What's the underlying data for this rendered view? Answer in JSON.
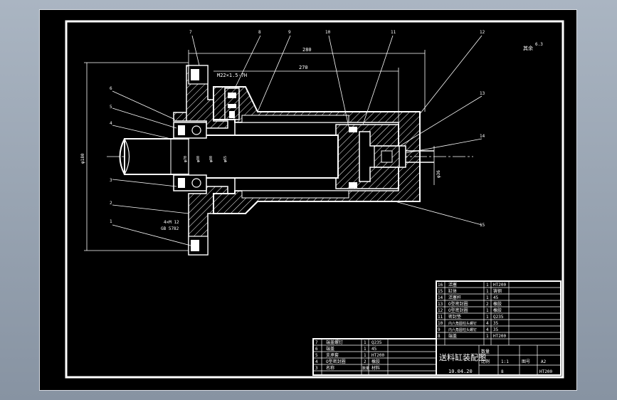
{
  "drawing": {
    "title": "送料缸装配图",
    "date": "10.04.20",
    "roughness_note": "其余",
    "roughness_value": "6.3",
    "dim_overall": "280",
    "dim_inner": "270",
    "dim_left_dia": "φ180",
    "dim_right_dia": "φ36",
    "thread_callout": "M22×1.5-7H",
    "bolt_callout_1": "4×M 12",
    "bolt_callout_2": "GB 5782",
    "shaft_dims": [
      "φ70",
      "φ80",
      "φ80",
      "φ65"
    ]
  },
  "balloons": [
    "1",
    "2",
    "3",
    "4",
    "5",
    "6",
    "7",
    "8",
    "9",
    "10",
    "11",
    "12",
    "13",
    "14",
    "15"
  ],
  "title_block": {
    "scale_label": "比例",
    "scale_value": "1:1",
    "drawing_no_label": "图号",
    "drawing_no_value": "A2",
    "qty_label": "数量",
    "qty_value": "8",
    "material_value": "HT200"
  },
  "bom_right": [
    {
      "no": "16",
      "name": "活塞",
      "qty": "1",
      "mat": "HT200"
    },
    {
      "no": "15",
      "name": "缸体",
      "qty": "1",
      "mat": "铸钢"
    },
    {
      "no": "14",
      "name": "活塞杆",
      "qty": "1",
      "mat": "45"
    },
    {
      "no": "13",
      "name": "O型密封圈",
      "qty": "2",
      "mat": "橡胶"
    },
    {
      "no": "12",
      "name": "O型密封圈",
      "qty": "1",
      "mat": "橡胶"
    },
    {
      "no": "11",
      "name": "密封垫",
      "qty": "1",
      "mat": "Q235"
    },
    {
      "no": "10",
      "name": "内六角圆柱头螺钉",
      "qty": "4",
      "mat": "35"
    },
    {
      "no": "9",
      "name": "内六角圆柱头螺钉",
      "qty": "4",
      "mat": "35"
    },
    {
      "no": "8",
      "name": "端盖",
      "qty": "1",
      "mat": "HT200"
    }
  ],
  "bom_left": [
    {
      "no": "7",
      "name": "端盖螺钉",
      "qty": "1",
      "mat": "Q235"
    },
    {
      "no": "6",
      "name": "端盖",
      "qty": "1",
      "mat": "45"
    },
    {
      "no": "5",
      "name": "支承套",
      "qty": "1",
      "mat": "HT200"
    },
    {
      "no": "4",
      "name": "O型密封圈",
      "qty": "2",
      "mat": "橡胶"
    },
    {
      "no": "3",
      "name": "名称",
      "qty": "数量",
      "mat": "材料"
    }
  ],
  "colors": {
    "background": "#000000",
    "lines": "#ffffff",
    "sheet_frame": "#d8dde4"
  }
}
